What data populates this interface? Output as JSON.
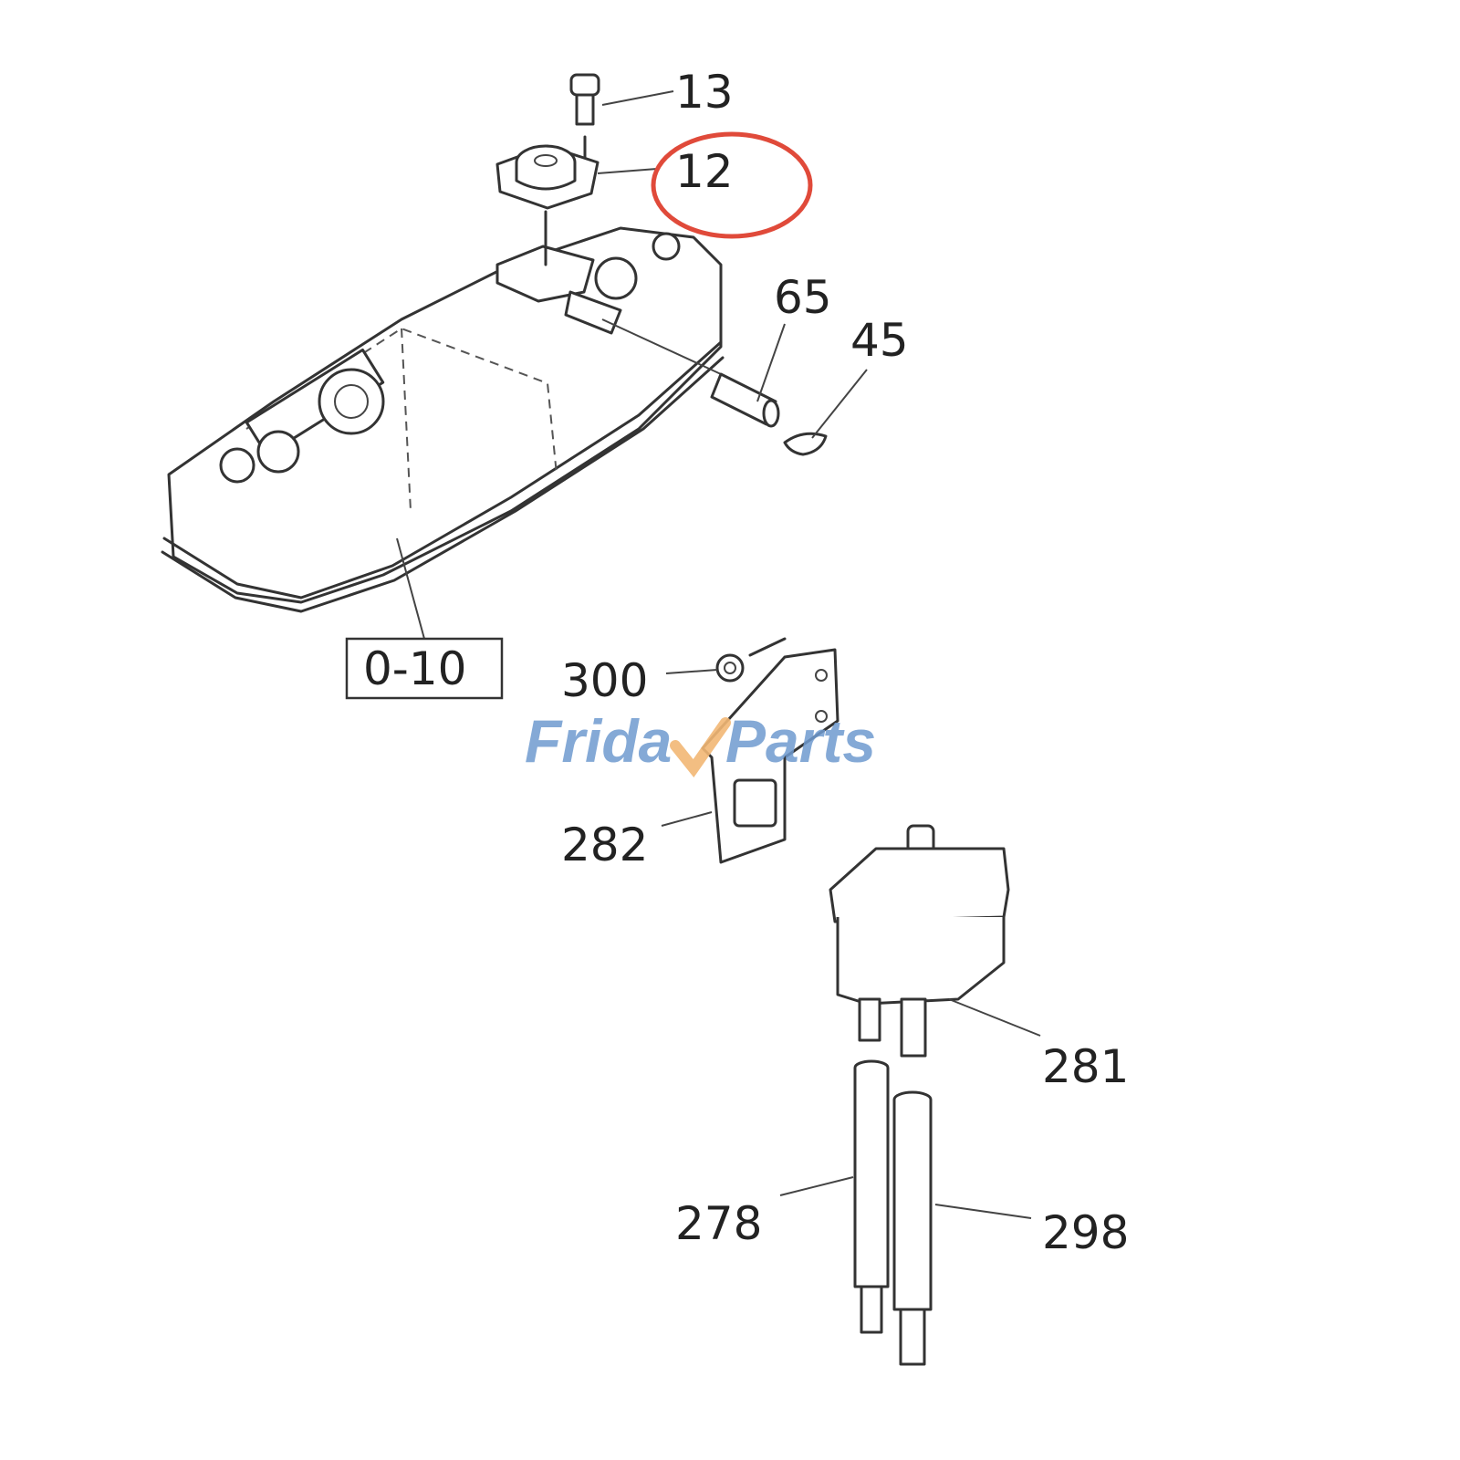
{
  "diagram": {
    "labels": {
      "p13": "13",
      "p12": "12",
      "p65": "65",
      "p45": "45",
      "p0_10": "0-10",
      "p300": "300",
      "p282": "282",
      "p281": "281",
      "p278": "278",
      "p298": "298"
    },
    "highlighted_part": "12",
    "highlight_color": "#e04a3a",
    "watermark": {
      "text_left": "Frida",
      "text_right": "Parts",
      "brand": "FridayParts",
      "color": "#6f9bd0",
      "accent_color": "#f2b774"
    }
  }
}
